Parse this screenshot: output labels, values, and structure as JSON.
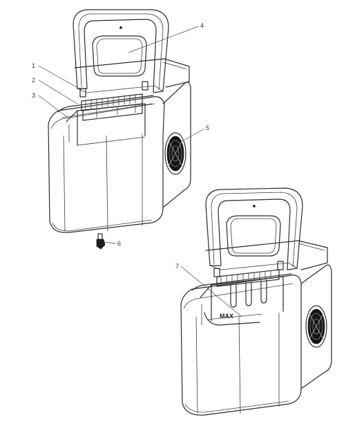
{
  "colors": {
    "line": "#2a2a2a",
    "background": "#ffffff"
  },
  "callouts": [
    {
      "id": "1",
      "label": "1"
    },
    {
      "id": "2",
      "label": "2"
    },
    {
      "id": "3",
      "label": "3"
    },
    {
      "id": "4",
      "label": "4"
    },
    {
      "id": "5",
      "label": "5"
    },
    {
      "id": "6",
      "label": "6"
    },
    {
      "id": "7",
      "label": "7"
    }
  ],
  "max_marker": "MAX"
}
